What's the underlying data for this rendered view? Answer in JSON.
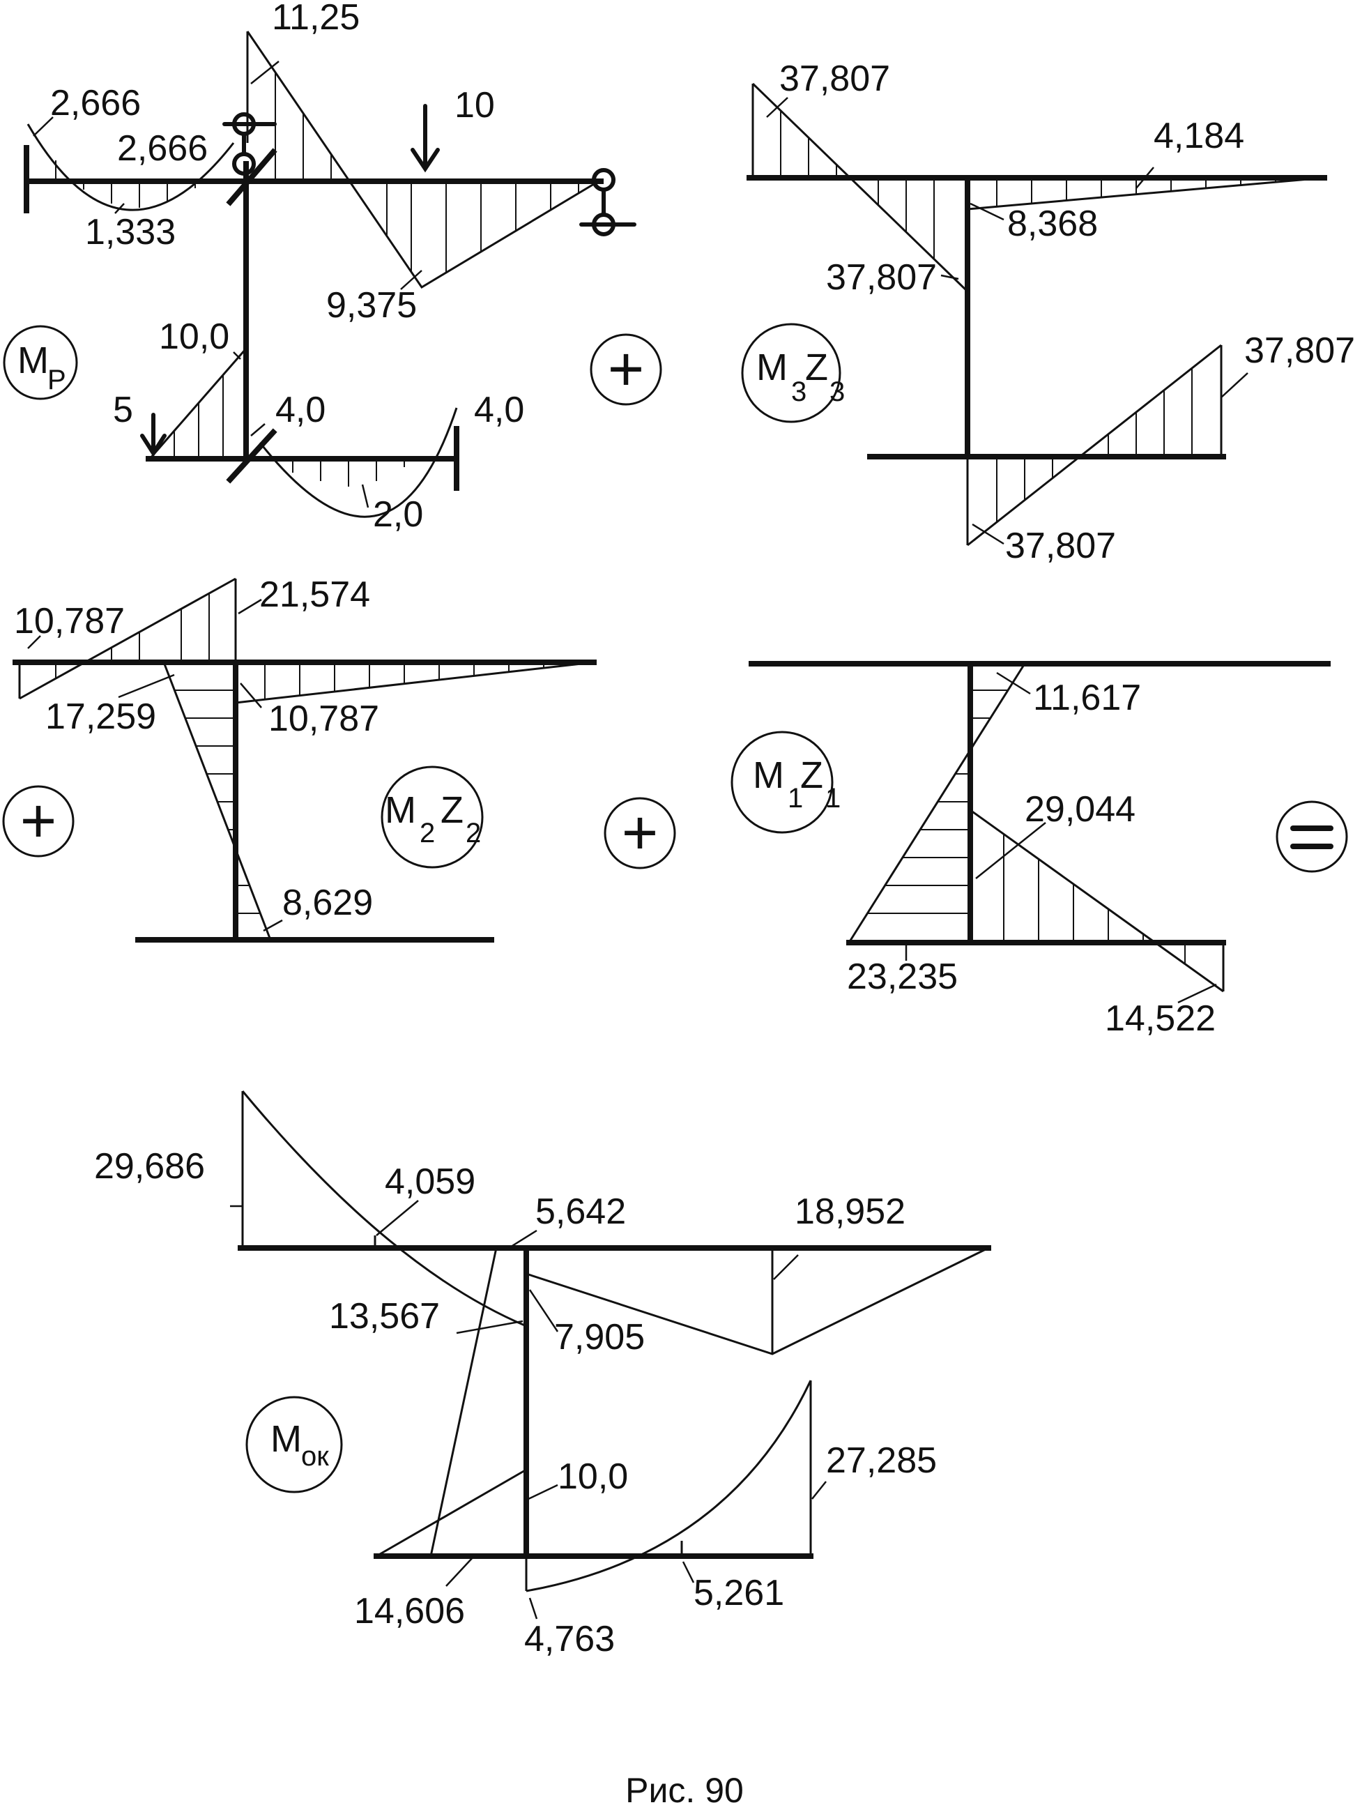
{
  "figure": {
    "caption": "Рис. 90"
  },
  "diagrams": {
    "mp": {
      "name": "M",
      "sub": "P",
      "values": {
        "v11_25": "11,25",
        "v2_666_a": "2,666",
        "v2_666_b": "2,666",
        "v1_333": "1,333",
        "v10": "10",
        "v9_375": "9,375",
        "v10_0": "10,0",
        "v5": "5",
        "v4_0_a": "4,0",
        "v4_0_b": "4,0",
        "v2_0": "2,0"
      }
    },
    "m3z3": {
      "name_a": "M",
      "sub_a": "3",
      "name_b": "Z",
      "sub_b": "3",
      "values": {
        "v37_807_a": "37,807",
        "v4_184": "4,184",
        "v8_368": "8,368",
        "v37_807_b": "37,807",
        "v37_807_c": "37,807",
        "v37_807_d": "37,807"
      }
    },
    "m2z2": {
      "name_a": "M",
      "sub_a": "2",
      "name_b": "Z",
      "sub_b": "2",
      "values": {
        "v10_787_a": "10,787",
        "v21_574": "21,574",
        "v17_259": "17,259",
        "v10_787_b": "10,787",
        "v8_629": "8,629"
      }
    },
    "m1z1": {
      "name_a": "M",
      "sub_a": "1",
      "name_b": "Z",
      "sub_b": "1",
      "values": {
        "v11_617": "11,617",
        "v29_044": "29,044",
        "v23_235": "23,235",
        "v14_522": "14,522"
      }
    },
    "mok": {
      "name": "M",
      "sub": "ок",
      "values": {
        "v29_686": "29,686",
        "v4_059": "4,059",
        "v5_642": "5,642",
        "v18_952": "18,952",
        "v13_567": "13,567",
        "v7_905": "7,905",
        "v10_0": "10,0",
        "v27_285": "27,285",
        "v14_606": "14,606",
        "v4_763": "4,763",
        "v5_261": "5,261"
      }
    }
  },
  "operators": {
    "plus": "+",
    "equals": "="
  }
}
